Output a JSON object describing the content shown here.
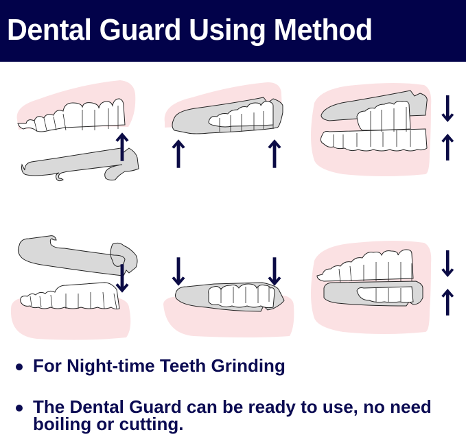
{
  "header": {
    "title": "Dental Guard Using Method",
    "background_color": "#02024a",
    "text_color": "#ffffff"
  },
  "steps": [
    {
      "row": 1,
      "col": 1,
      "description": "Upper teeth with guard below, arrow pointing up",
      "arrows": [
        "up"
      ]
    },
    {
      "row": 1,
      "col": 2,
      "description": "Guard fitted on upper teeth, two arrows pointing up",
      "arrows": [
        "up",
        "up"
      ]
    },
    {
      "row": 1,
      "col": 3,
      "description": "Upper guard in place, teeth biting together",
      "arrows": [
        "down",
        "up"
      ]
    },
    {
      "row": 2,
      "col": 1,
      "description": "Guard above lower teeth, arrow pointing down",
      "arrows": [
        "down"
      ]
    },
    {
      "row": 2,
      "col": 2,
      "description": "Guard fitted on lower teeth, two arrows pointing down",
      "arrows": [
        "down",
        "down"
      ]
    },
    {
      "row": 2,
      "col": 3,
      "description": "Lower guard in place, teeth biting together",
      "arrows": [
        "down",
        "up"
      ]
    }
  ],
  "colors": {
    "arrow": "#0b0b45",
    "gum": "#fbe1e3",
    "guard": "#d9d9d9",
    "tooth_outline": "#222222",
    "text": "#0b0b52"
  },
  "bullets": [
    {
      "text": "For Night-time Teeth Grinding"
    },
    {
      "text": "The Dental Guard can be ready to use, no need boiling or cutting."
    }
  ]
}
